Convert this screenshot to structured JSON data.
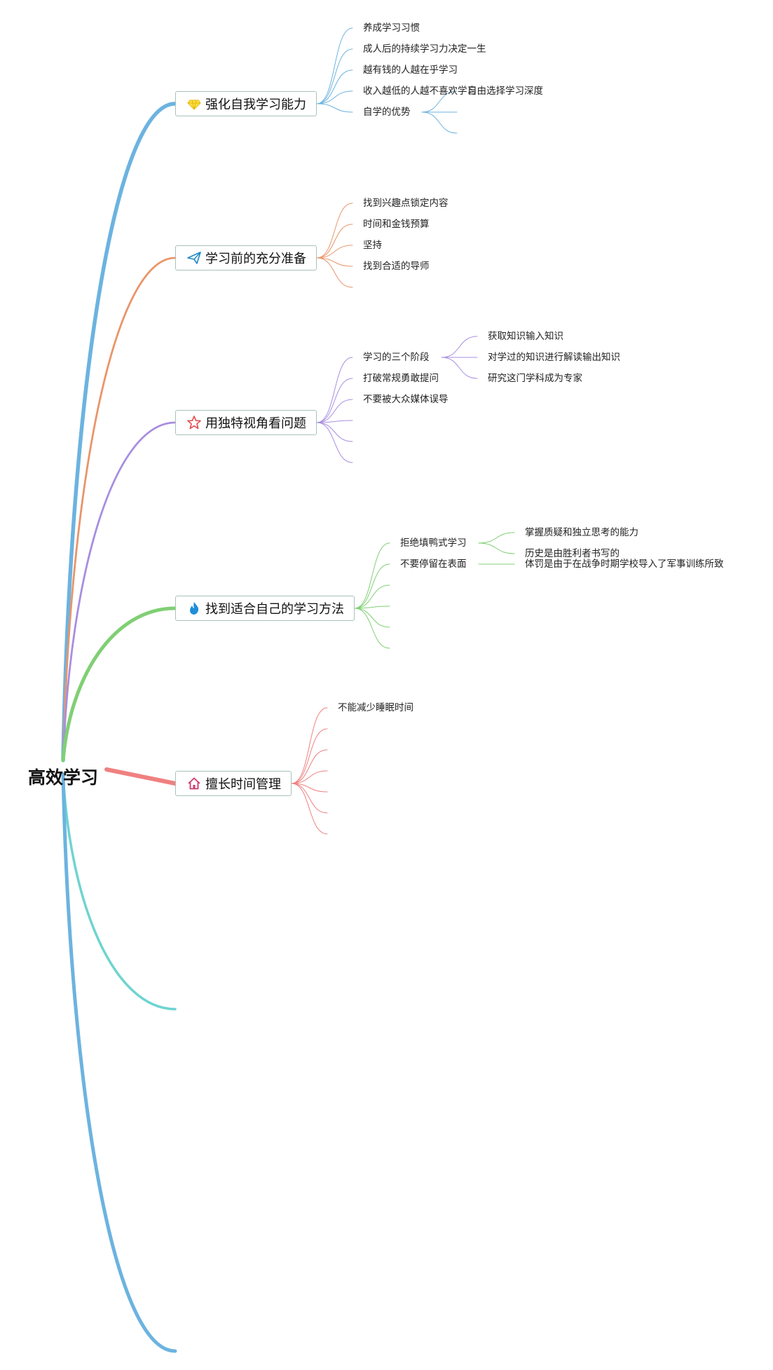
{
  "root": {
    "label": "高效学习"
  },
  "branches": [
    {
      "label": "强化自我学习能力",
      "icon": "gem-icon",
      "color": "#6cb3e0",
      "children": [
        {
          "label": "养成学习习惯"
        },
        {
          "label": "成人后的持续学习力决定一生"
        },
        {
          "label": "越有钱的人越在乎学习"
        },
        {
          "label": "收入越低的人越不喜欢学习"
        },
        {
          "label": "自学的优势",
          "children": [
            {
              "label": "自由选择学习深度"
            },
            {
              "label": ""
            },
            {
              "label": ""
            }
          ]
        }
      ]
    },
    {
      "label": "学习前的充分准备",
      "icon": "paper-plane-icon",
      "color": "#e9956a",
      "children": [
        {
          "label": "找到兴趣点锁定内容"
        },
        {
          "label": "时间和金钱预算"
        },
        {
          "label": "坚持"
        },
        {
          "label": "找到合适的导师"
        },
        {
          "label": ""
        }
      ]
    },
    {
      "label": "用独特视角看问题",
      "icon": "star-icon",
      "color": "#a88ee0",
      "children": [
        {
          "label": "学习的三个阶段",
          "children": [
            {
              "label": "获取知识输入知识"
            },
            {
              "label": "对学过的知识进行解读输出知识"
            },
            {
              "label": "研究这门学科成为专家"
            }
          ]
        },
        {
          "label": "打破常规勇敢提问"
        },
        {
          "label": "不要被大众媒体误导"
        },
        {
          "label": ""
        },
        {
          "label": ""
        },
        {
          "label": ""
        }
      ]
    },
    {
      "label": "找到适合自己的学习方法",
      "icon": "flame-icon",
      "color": "#80cf74",
      "children": [
        {
          "label": "拒绝填鸭式学习",
          "children": [
            {
              "label": "掌握质疑和独立思考的能力"
            },
            {
              "label": "历史是由胜利者书写的"
            }
          ]
        },
        {
          "label": "不要停留在表面",
          "children": [
            {
              "label": "体罚是由于在战争时期学校导入了军事训练所致"
            }
          ]
        },
        {
          "label": ""
        },
        {
          "label": ""
        },
        {
          "label": ""
        },
        {
          "label": ""
        }
      ]
    },
    {
      "label": "擅长时间管理",
      "icon": "home-icon",
      "color": "#f08080",
      "children": [
        {
          "label": "不能减少睡眠时间"
        },
        {
          "label": ""
        },
        {
          "label": ""
        },
        {
          "label": ""
        },
        {
          "label": ""
        },
        {
          "label": ""
        },
        {
          "label": ""
        }
      ]
    },
    {
      "label": "",
      "icon": "",
      "color": "#6fd4d0",
      "children": []
    },
    {
      "label": "",
      "icon": "",
      "color": "#6cb3e0",
      "children": []
    }
  ]
}
